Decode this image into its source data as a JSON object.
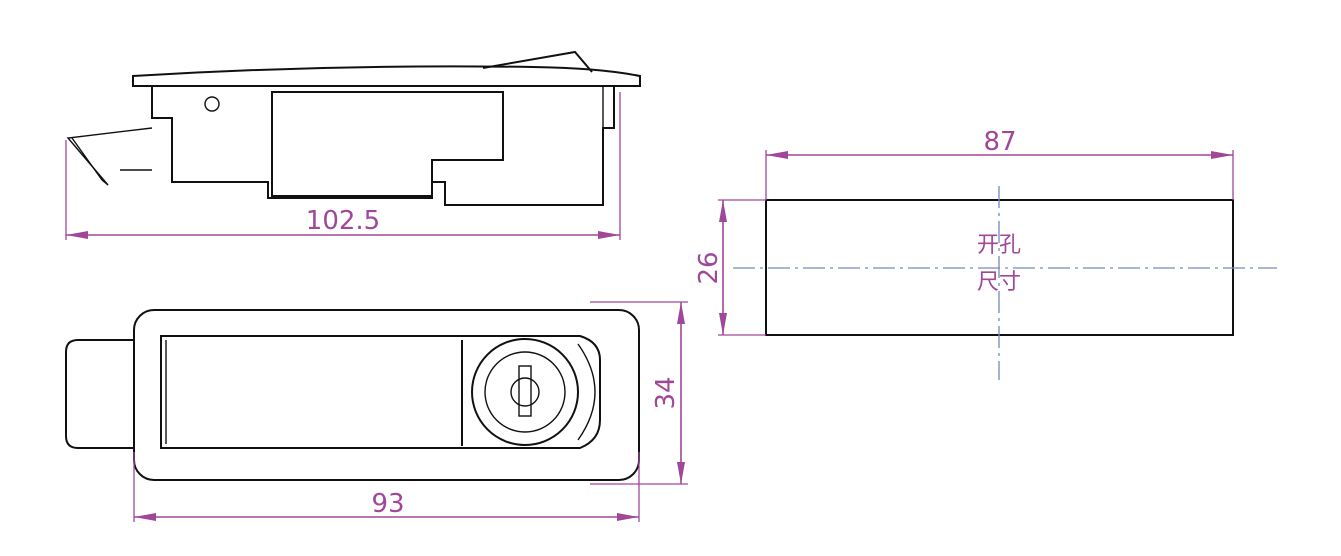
{
  "dimensions": {
    "side_length": "102.5",
    "front_length": "93",
    "front_height": "34",
    "cutout_width": "87",
    "cutout_height": "26"
  },
  "cutout_note": {
    "line1": "开孔",
    "line2": "尺寸"
  },
  "colors": {
    "outline": "#111111",
    "dimension": "#a0479a",
    "centerline": "#6f8cb8"
  }
}
